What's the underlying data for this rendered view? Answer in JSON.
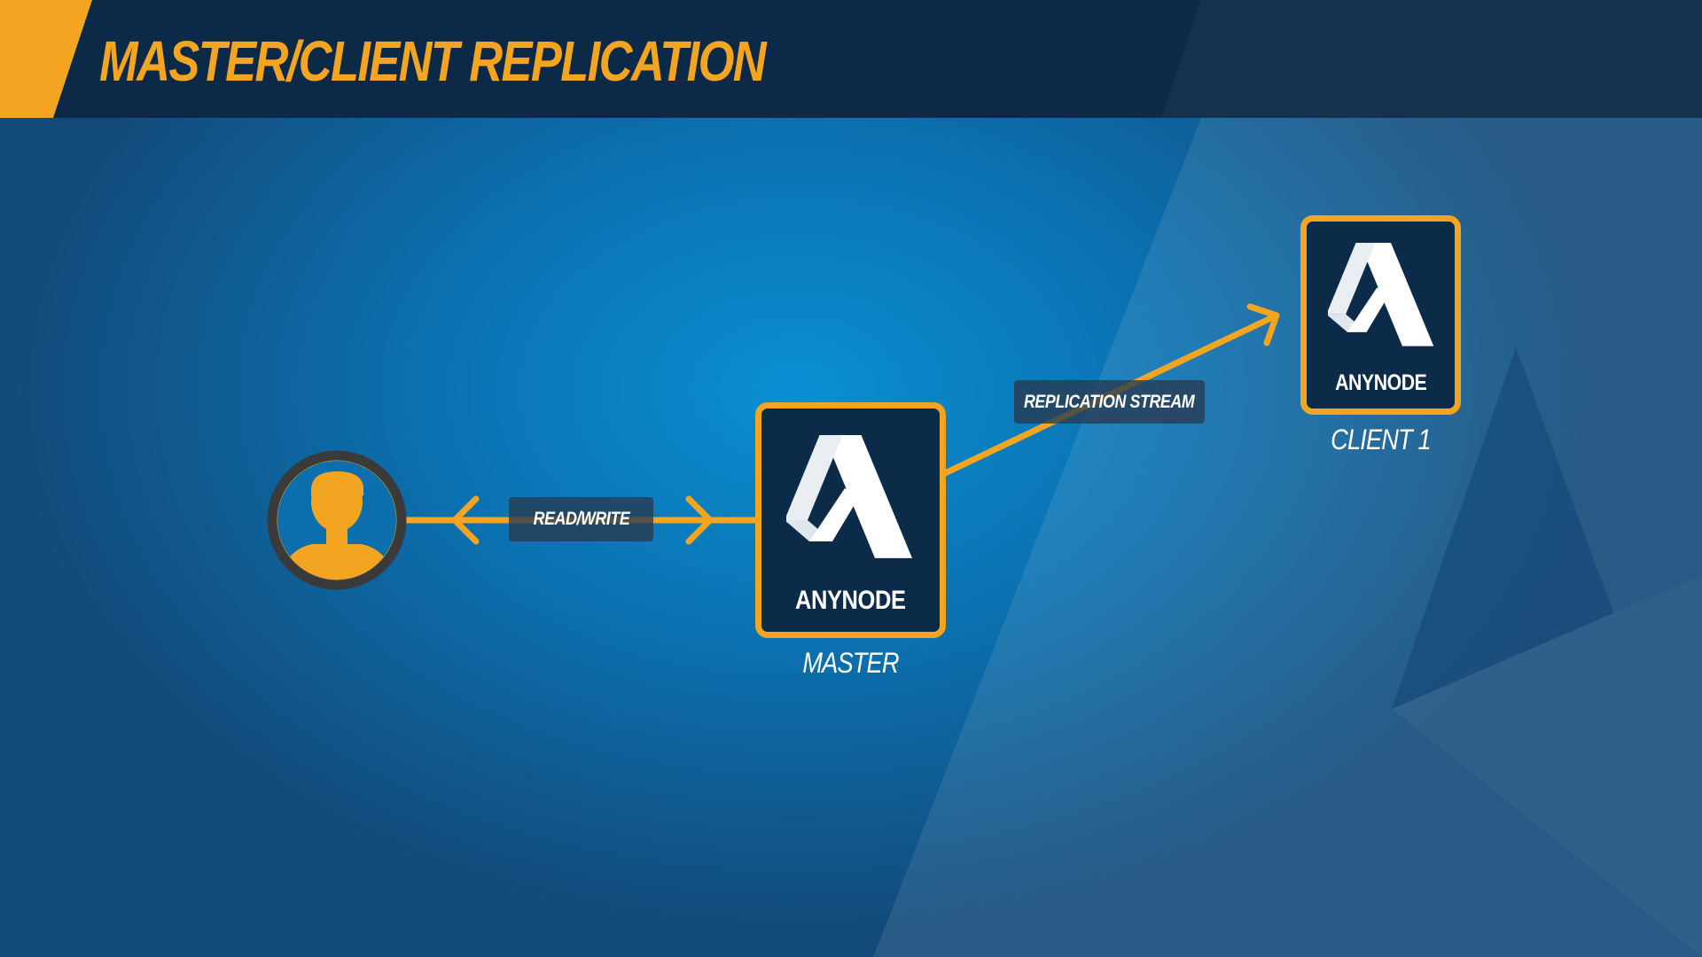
{
  "slide": {
    "title": "MASTER/CLIENT REPLICATION"
  },
  "edges": {
    "read_write_label": "READ/WRITE",
    "replication_label": "REPLICATION STREAM"
  },
  "nodes": {
    "master": {
      "logo_text": "ANYNODE",
      "caption": "MASTER"
    },
    "client": {
      "logo_text": "ANYNODE",
      "caption": "CLIENT 1"
    }
  },
  "icons": {
    "user": "user-avatar-icon",
    "logo": "anynode-logo-icon"
  },
  "colors": {
    "accent": "#f3a521",
    "header_bg": "#0c2a47",
    "node_bg": "#0b2b49",
    "user_ring": "#3a3a3a"
  }
}
